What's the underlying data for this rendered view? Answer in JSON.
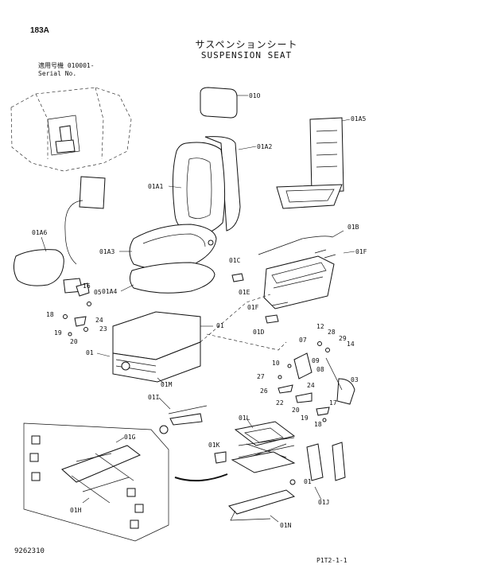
{
  "header": {
    "page_code": "183A",
    "title_jp": "サスペンションシート",
    "title_en": "SUSPENSION SEAT",
    "serial_label_jp": "適用号機",
    "serial_value": "010001-",
    "serial_label_en": "Serial No."
  },
  "footer": {
    "drawing_number": "9262310",
    "page_ref": "P1T2-1-1"
  },
  "callouts": {
    "c01O": "01O",
    "c01A5": "01A5",
    "c01A2": "01A2",
    "c01A1": "01A1",
    "c01A6": "01A6",
    "c01A3": "01A3",
    "c01A4": "01A4",
    "c01B": "01B",
    "c01C": "01C",
    "c01F_top": "01F",
    "c01E": "01E",
    "c01F_mid": "01F",
    "c01D": "01D",
    "c16": "16",
    "c05": "05",
    "c18a": "18",
    "c24a": "24",
    "c23": "23",
    "c19a": "19",
    "c20a": "20",
    "c01_seat": "01",
    "c01_left": "01",
    "c01M": "01M",
    "c12": "12",
    "c28": "28",
    "c07": "07",
    "c29": "29",
    "c14": "14",
    "c10": "10",
    "c09": "09",
    "c08": "08",
    "c27": "27",
    "c24b": "24",
    "c03": "03",
    "c26": "26",
    "c22": "22",
    "c17": "17",
    "c20b": "20",
    "c19b": "19",
    "c18b": "18",
    "c01I": "01I",
    "c01L": "01L",
    "c01G": "01G",
    "c01K": "01K",
    "c01_low": "01",
    "c01J": "01J",
    "c01H": "01H",
    "c01N": "01N"
  }
}
